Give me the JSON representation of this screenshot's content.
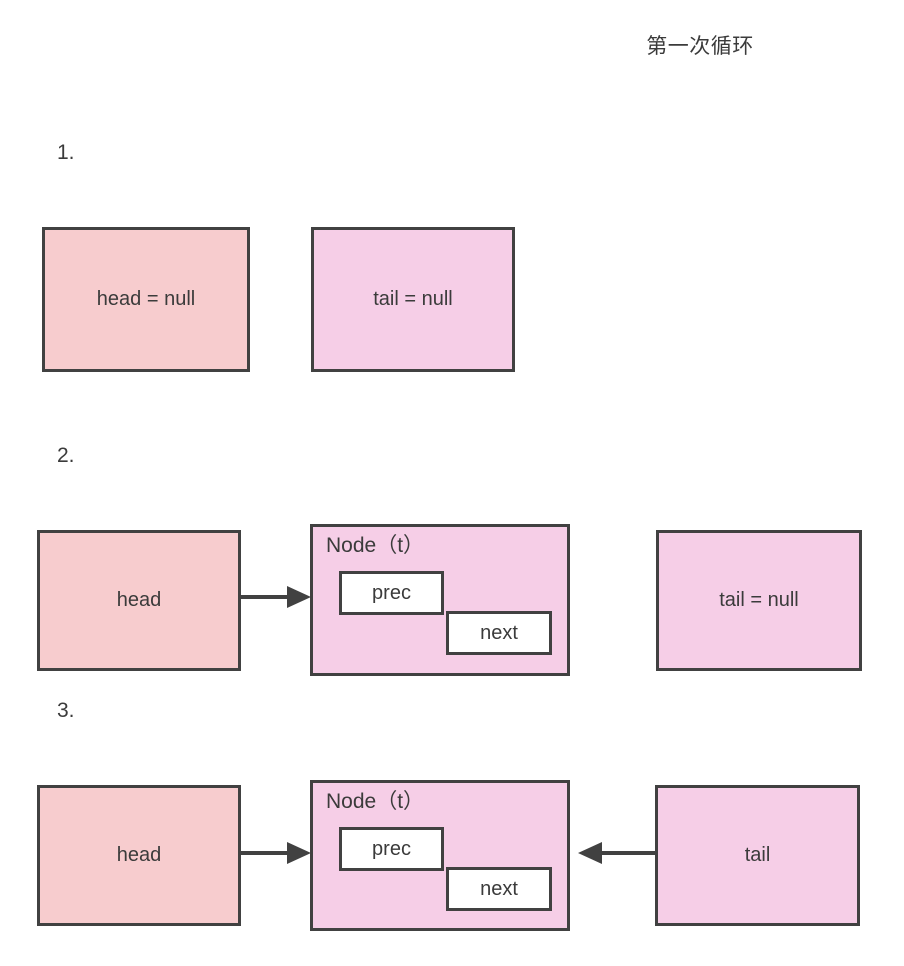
{
  "page": {
    "title": "第一次循环",
    "background": "#ffffff",
    "border_color": "#414141",
    "text_color": "#3b3b3b",
    "colors": {
      "salmon": "#f7ccce",
      "pink": "#f6cee7",
      "white": "#ffffff",
      "arrow": "#414141"
    }
  },
  "steps": [
    {
      "number": "1.",
      "boxes": {
        "head": "head = null",
        "tail": "tail = null"
      }
    },
    {
      "number": "2.",
      "boxes": {
        "head": "head",
        "node_label": "Node（t）",
        "node_fields": {
          "prec": "prec",
          "next": "next"
        },
        "tail": "tail = null"
      },
      "arrows": {
        "head_to_node": "arrow-right-icon"
      }
    },
    {
      "number": "3.",
      "boxes": {
        "head": "head",
        "node_label": "Node（t）",
        "node_fields": {
          "prec": "prec",
          "next": "next"
        },
        "tail": "tail"
      },
      "arrows": {
        "head_to_node": "arrow-right-icon",
        "tail_to_node": "arrow-left-icon"
      }
    }
  ]
}
